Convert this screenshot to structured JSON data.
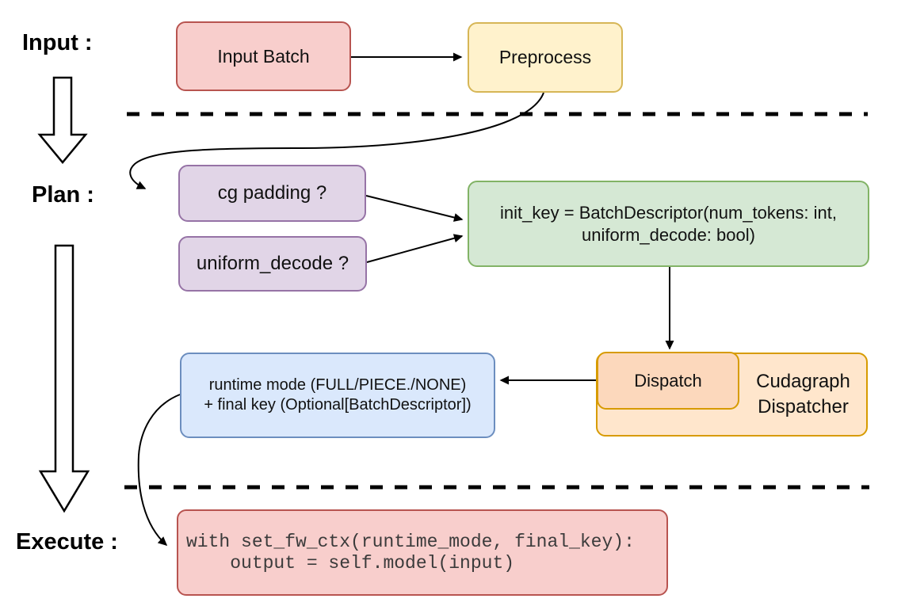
{
  "stages": {
    "input_label": "Input :",
    "plan_label": "Plan :",
    "execute_label": "Execute :"
  },
  "nodes": {
    "input_batch": {
      "label": "Input Batch"
    },
    "preprocess": {
      "label": "Preprocess"
    },
    "cg_padding": {
      "label": "cg padding ?"
    },
    "uniform_decode": {
      "label": "uniform_decode ?"
    },
    "init_key": {
      "line1": "init_key = BatchDescriptor(num_tokens: int,",
      "line2": "uniform_decode: bool)"
    },
    "runtime": {
      "line1": "runtime mode (FULL/PIECE./NONE)",
      "line2": "+ final key (Optional[BatchDescriptor])"
    },
    "dispatch": {
      "label": "Dispatch"
    },
    "cudagraph_dispatcher": {
      "line1": "Cudagraph",
      "line2": "Dispatcher"
    },
    "execute_code": {
      "line1": "with set_fw_ctx(runtime_mode, final_key):",
      "line2": "    output = self.model(input)"
    }
  },
  "palette": {
    "red_fill": "#f8cecc",
    "red_stroke": "#b85450",
    "yellow_fill": "#fff2cc",
    "yellow_stroke": "#d6b656",
    "purple_fill": "#e1d5e7",
    "purple_stroke": "#9673a6",
    "green_fill": "#d5e8d4",
    "green_stroke": "#82b366",
    "blue_fill": "#dae8fc",
    "blue_stroke": "#6c8ebf",
    "orange_fill": "#ffe6cc",
    "orange_inner_fill": "#fcd8bc",
    "orange_stroke": "#d79b00",
    "edge_color": "#000000"
  }
}
